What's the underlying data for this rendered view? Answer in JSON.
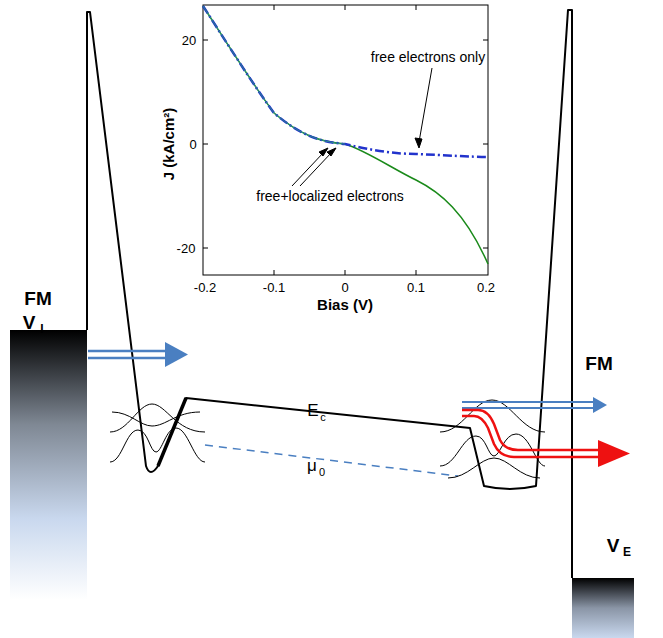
{
  "diagram": {
    "labels": [
      "FM",
      "V",
      "I",
      "E",
      "c",
      "μ",
      "0",
      "FM",
      "V",
      "E",
      "20",
      "0",
      "-20",
      "-0.2",
      "-0.1",
      "0",
      "0.1",
      "0.2",
      "J (kA/cm²)",
      "Bias (V)",
      "free electrons only",
      "free+localized electrons"
    ]
  }
}
